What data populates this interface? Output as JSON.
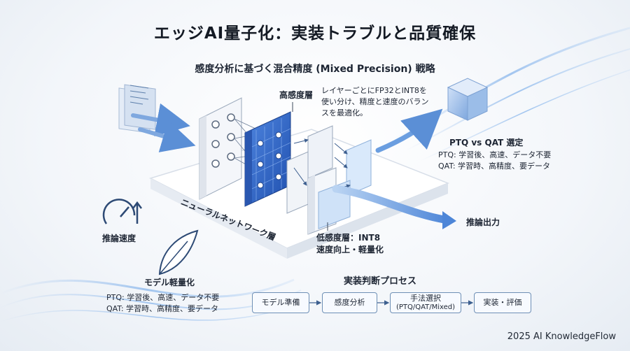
{
  "title": "エッジAI量子化：実装トラブルと品質確保",
  "subtitle": "感度分析に基づく混合精度 (Mixed Precision) 戦略",
  "labels": {
    "high_sensitivity": "高感度層",
    "high_sensitivity_desc_1": "レイヤーごとにFP32とINT8を",
    "high_sensitivity_desc_2": "使い分け、精度と速度のバラン",
    "high_sensitivity_desc_3": "スを最適化。",
    "neural_network": "ニューラルネットワーク層",
    "low_sensitivity_1": "低感度層：INT8",
    "low_sensitivity_2": "速度向上・軽量化",
    "inference_output": "推論出力",
    "inference_speed": "推論速度",
    "model_lightweight": "モデル軽量化",
    "ptq_qat_title": "PTQ vs QAT 選定",
    "ptq_line": "PTQ: 学習後、高速、データ不要",
    "qat_line": "QAT: 学習時、高精度、要データ"
  },
  "left_notes": {
    "ptq_line": "PTQ: 学習後、高速、データ不要",
    "qat_line": "QAT: 学習時、高精度、要データ"
  },
  "process": {
    "title": "実装判断プロセス",
    "steps": [
      "モデル準備",
      "感度分析",
      "手法選択",
      "実装・評価"
    ],
    "step3_sub": "(PTQ/QAT/Mixed)"
  },
  "footer": "2025 AI KnowledgeFlow",
  "colors": {
    "accent": "#2f6fd6",
    "blue_layer": "#2c64c9",
    "arrow": "#5b8fd6",
    "box_border": "#6e8fb5"
  }
}
